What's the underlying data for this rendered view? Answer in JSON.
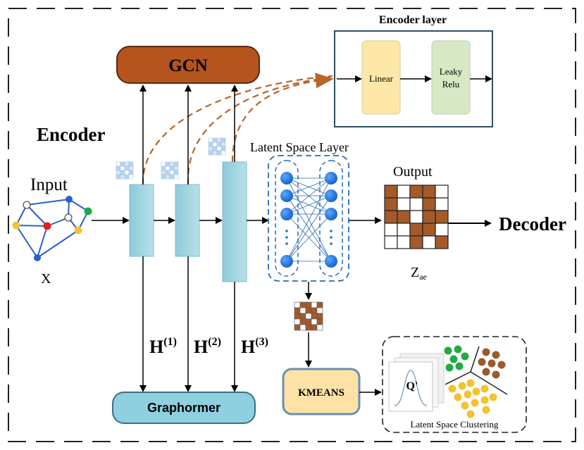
{
  "labels": {
    "encoder_layer_title": "Encoder layer",
    "linear": "Linear",
    "leaky_line1": "Leaky",
    "leaky_line2": "Relu",
    "gcn": "GCN",
    "encoder": "Encoder",
    "input": "Input",
    "x": "X",
    "latent_space_layer": "Latent Space Layer",
    "output": "Output",
    "decoder": "Decoder",
    "z_main": "Z",
    "z_sub": "ae",
    "h1_base": "H",
    "h1_sup": "(1)",
    "h2_base": "H",
    "h2_sup": "(2)",
    "h3_base": "H",
    "h3_sup": "(3)",
    "graphormer": "Graphormer",
    "kmeans": "KMEANS",
    "q_prime": "Q'",
    "latent_space_clustering": "Latent Space Clustering"
  },
  "colors": {
    "gcn_fill": "#b5541c",
    "encoder_block": "#9fd3df",
    "linear_fill": "#fde7a8",
    "leaky_fill": "#d6e8c4",
    "graphormer_fill": "#8fd0e0",
    "kmeans_fill": "#fde2a6",
    "dashed_brown": "#b8642a",
    "neuron_blue": "#1f6fd1",
    "matrix_brown": "#a55a2a",
    "cluster_green": "#22aa44",
    "cluster_brown": "#9b5a2e",
    "cluster_yellow": "#f2c230"
  },
  "icons": {
    "input_graph": "graph-icon",
    "neural_net": "neural-network-icon",
    "output_matrix": "matrix-icon",
    "gaussian_card": "distribution-icon"
  }
}
